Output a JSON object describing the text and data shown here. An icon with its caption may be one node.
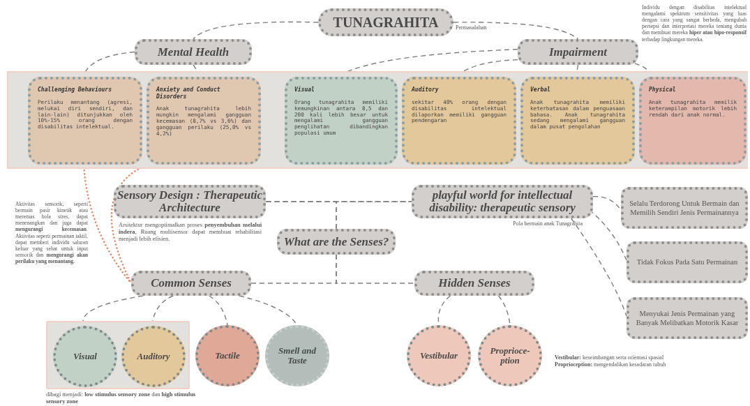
{
  "diagram": {
    "nodes": [
      {
        "text": [
          "TUNAGRAHITA"
        ]
      },
      {
        "text": [
          "Mental Health"
        ]
      },
      {
        "text": [
          "Impairment"
        ]
      },
      {
        "text": [],
        "shape": "band"
      },
      {
        "text": [
          "Challenging Behaviours",
          "Perilaku menantang (agresi, melukai diri sendiri, dan lain-lain) ditunjukkan oleh 10%-15% orang dengan disabilitas intelektual."
        ],
        "in": 3
      },
      {
        "text": [
          "Anxiety and Conduct Disorders",
          "Anak tunagrahita lebih mungkin mengalami gangguan kecemasan (8,7% vs 3,6%) dan gangguan perilaku (25,0% vs 4,2%)"
        ],
        "in": 3
      },
      {
        "text": [
          "Visual",
          "Orang tunagrahita memiliki kemungkinan antara 8,5 dan 200 kali lebih besar untuk mengalami gangguan penglihatan dibandingkan populasi umum"
        ],
        "in": 3
      },
      {
        "text": [
          "Auditory",
          "sekitar 40% orang dengan disabilitas intelektual dilaporkan memiliki gangguan pendengaran"
        ],
        "in": 3
      },
      {
        "text": [
          "Verbal",
          "Anak tunagrahita memiliki keterbatasan dalam penguasaan bahasa. Anak tunagrahita sedang mengalami gangguan dalam pusat pengolahan"
        ],
        "in": 3
      },
      {
        "text": [
          "Physical",
          "Anak tunagrahita memilik keterampilan motorik lebih rendah dari anak normal."
        ],
        "in": 3
      },
      {
        "text": [
          "Sensory Design : Therapeutic Architecture"
        ],
        "beside": [
          "Arsitektur mengoptimalkan proses **penyembuhan melalui indera**, Ruang multisensor dapat membuat rehabilitasi menjadi lebih efisien."
        ]
      },
      {
        "text": [
          "playful world for intellectual disability: therapeutic sensory"
        ],
        "beside": [
          "Pola bermain anak Tunagrahita"
        ]
      },
      {
        "text": [
          "What are the Senses?"
        ]
      },
      {
        "text": [
          "Common Senses"
        ]
      },
      {
        "text": [
          "Hidden Senses"
        ]
      },
      {
        "text": [
          "Selalu Terdorong Untuk Bermain dan Memilih Sendiri Jenis Permainannya"
        ]
      },
      {
        "text": [
          "Tidak Fokus Pada Satu Permainan"
        ]
      },
      {
        "text": [
          "Menyukai Jenis Permainan yang Banyak Melibatkan Motorik Kasar"
        ]
      },
      {
        "text": [],
        "shape": "box",
        "beside": [
          "dibagi menjadi: **low stimulus sensory zone** dan **high stimulus sensory zone**"
        ]
      },
      {
        "text": [
          "Visual"
        ],
        "in": 18
      },
      {
        "text": [
          "Auditory"
        ],
        "in": 18
      },
      {
        "text": [
          "Tactile"
        ]
      },
      {
        "text": [
          "Smell and Taste"
        ]
      },
      {
        "text": [
          "Vestibular"
        ]
      },
      {
        "text": [
          "Proprioce- ption"
        ]
      }
    ],
    "edges": [
      {
        "from": 0,
        "to": 1,
        "arrow": "none",
        "style": "dashed"
      },
      {
        "from": 0,
        "to": 2,
        "arrow": "none",
        "style": "dashed",
        "label": "Permasalahan"
      },
      {
        "from": 1,
        "to": 4,
        "arrow": "none",
        "style": "dashed"
      },
      {
        "from": 1,
        "to": 5,
        "arrow": "none",
        "style": "dashed"
      },
      {
        "from": 2,
        "to": 6,
        "arrow": "none",
        "style": "dashed"
      },
      {
        "from": 2,
        "to": 7,
        "arrow": "none",
        "style": "dashed"
      },
      {
        "from": 2,
        "to": 8,
        "arrow": "none",
        "style": "dashed"
      },
      {
        "from": 2,
        "to": 9,
        "arrow": "none",
        "style": "dashed"
      },
      {
        "from": 10,
        "to": 11,
        "arrow": "none",
        "style": "dashed"
      },
      {
        "from": 12,
        "to": 10,
        "arrow": "none",
        "style": "dashed"
      },
      {
        "from": 12,
        "to": 11,
        "arrow": "none",
        "style": "dashed"
      },
      {
        "from": 12,
        "to": 13,
        "arrow": "none",
        "style": "dashed"
      },
      {
        "from": 12,
        "to": 14,
        "arrow": "none",
        "style": "dashed"
      },
      {
        "from": 11,
        "to": 15,
        "arrow": "none",
        "style": "dashed"
      },
      {
        "from": 11,
        "to": 16,
        "arrow": "none",
        "style": "dashed"
      },
      {
        "from": 11,
        "to": 17,
        "arrow": "none",
        "style": "dashed"
      },
      {
        "from": 13,
        "to": 19,
        "arrow": "none",
        "style": "dashed"
      },
      {
        "from": 13,
        "to": 20,
        "arrow": "none",
        "style": "dashed"
      },
      {
        "from": 13,
        "to": 21,
        "arrow": "none",
        "style": "dashed"
      },
      {
        "from": 13,
        "to": 22,
        "arrow": "none",
        "style": "dashed"
      },
      {
        "from": 14,
        "to": 23,
        "arrow": "none",
        "style": "dashed"
      },
      {
        "from": 14,
        "to": 24,
        "arrow": "none",
        "style": "dashed"
      },
      {
        "from": 4,
        "to": 13,
        "arrow": "none",
        "color": "#e08b6b"
      },
      {
        "from": 5,
        "to": 13,
        "arrow": "none",
        "color": "#e08b6b"
      }
    ],
    "labels": [
      "Individu dengan disabilitas intelektual mengalami spektrum sensitivitas yang luas dengan cara yang sangat berbeda, mengubah persepsi dan interpretasi mereka tentang dunia dan membuat mereka **hiper atau hipo-responsif** terhadap lingkungan mereka.",
      "Aktivitas sensorik, seperti bermain pasir kinetik atau meremas bola stres, dapat menenangkan dan juga dapat **mengurangi kecemasan**. Aktivitas seperti permainan taktil, dapat memberi individu saluran keluar yang sehat untuk input sensorik dan **mengurangi akan perilaku yang menantang.**",
      "**Vestibular:** keseimbangan serta orientasi spasial",
      "**Proprioception:** mengendalikan kesadaran tubuh"
    ]
  }
}
